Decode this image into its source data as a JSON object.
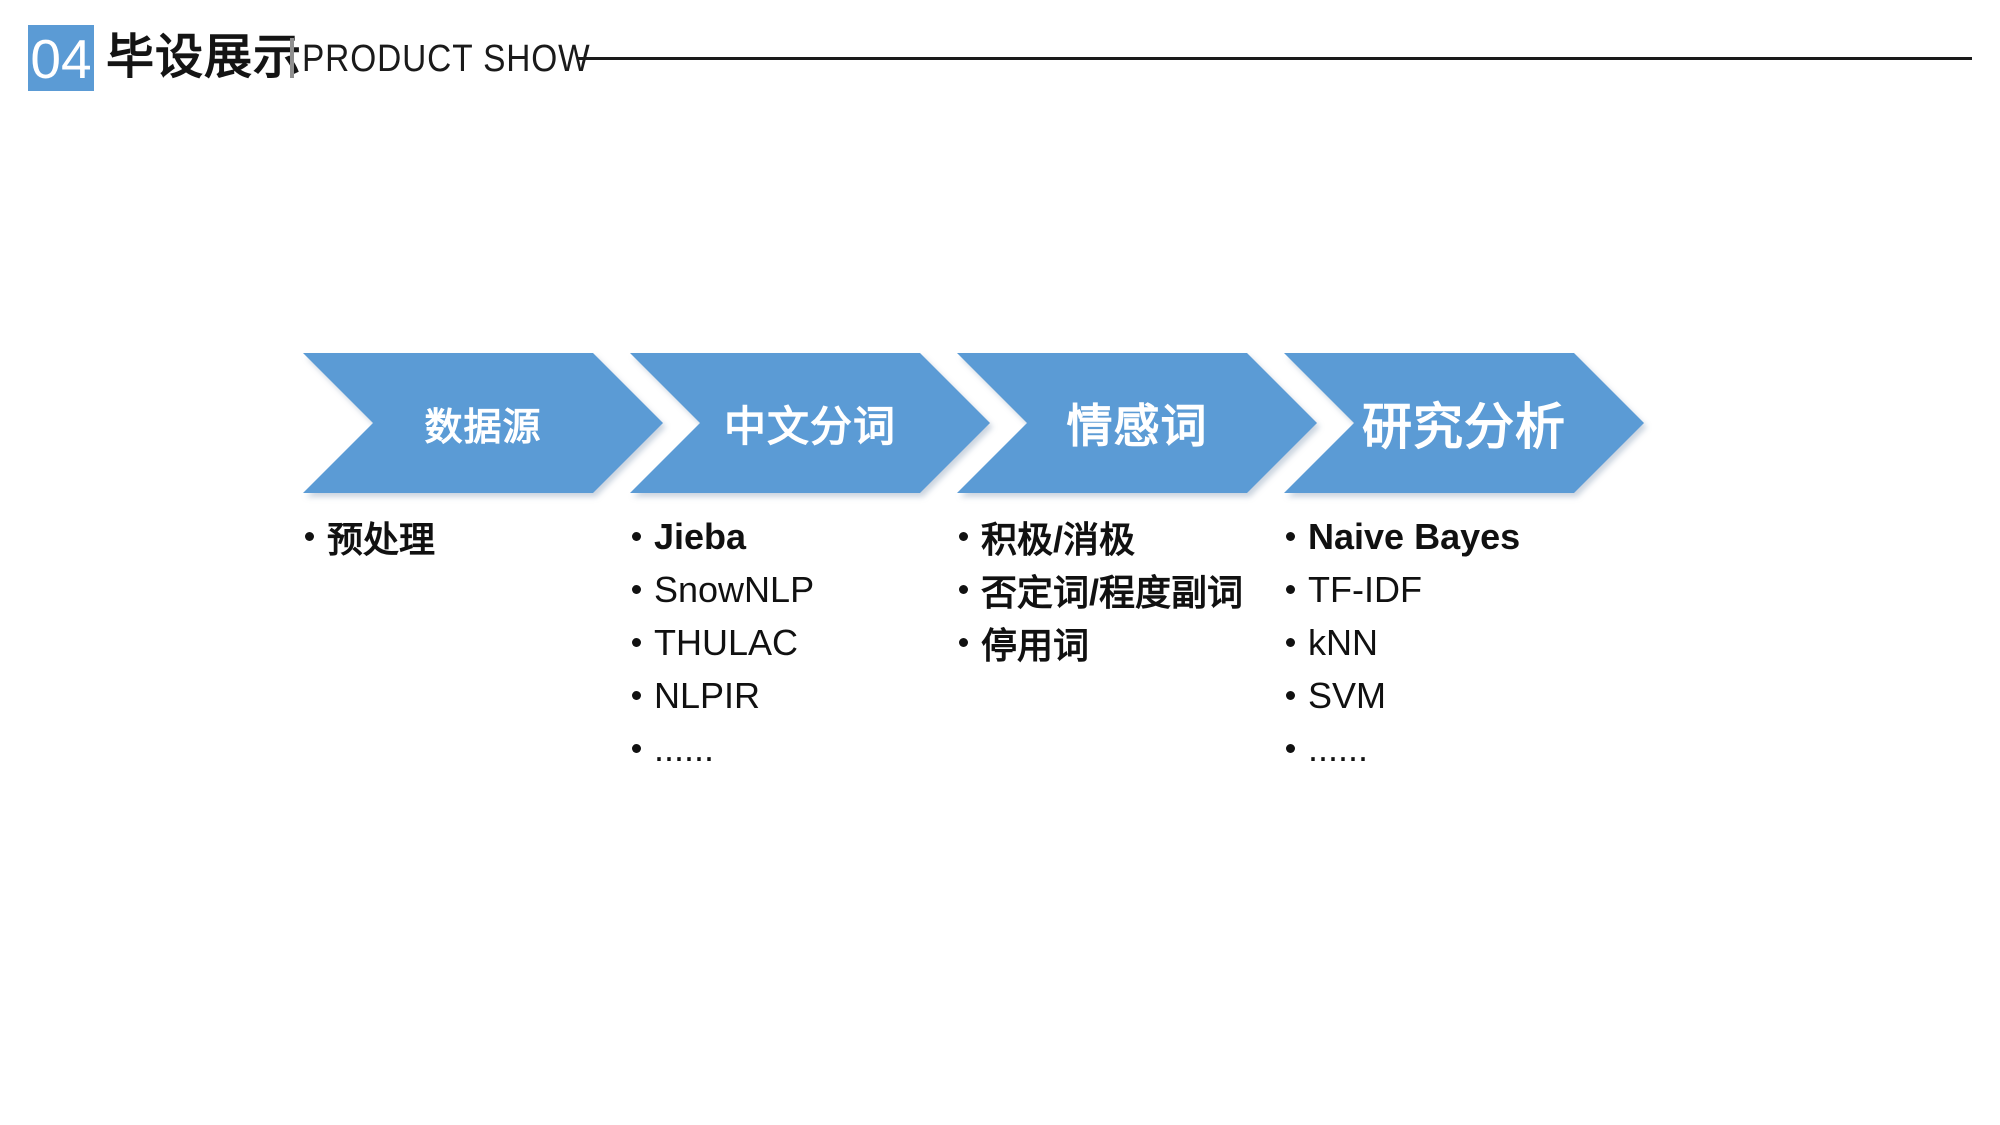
{
  "slide": {
    "section_number": "04",
    "title_cn": "毕设展示",
    "title_en": "PRODUCT SHOW"
  },
  "colors": {
    "accent_blue": "#5B9BD5",
    "arrow_label_text": "#FFFFFF",
    "body_text": "#111111",
    "divider_gray": "#8F8F8F",
    "rule_black": "#1A1A1A"
  },
  "process": {
    "steps": [
      {
        "label": "数据源",
        "items": [
          {
            "text": "预处理",
            "bold": true
          }
        ]
      },
      {
        "label": "中文分词",
        "items": [
          {
            "text": "Jieba",
            "bold": true
          },
          {
            "text": "SnowNLP",
            "bold": false
          },
          {
            "text": "THULAC",
            "bold": false
          },
          {
            "text": "NLPIR",
            "bold": false
          },
          {
            "text": "......",
            "bold": false
          }
        ]
      },
      {
        "label": "情感词",
        "items": [
          {
            "text": "积极/消极",
            "bold": true
          },
          {
            "text": "否定词/程度副词",
            "bold": true
          },
          {
            "text": "停用词",
            "bold": true
          }
        ]
      },
      {
        "label": "研究分析",
        "items": [
          {
            "text": "Naive Bayes",
            "bold": true
          },
          {
            "text": "TF-IDF",
            "bold": false
          },
          {
            "text": "kNN",
            "bold": false
          },
          {
            "text": "SVM",
            "bold": false
          },
          {
            "text": "......",
            "bold": false
          }
        ]
      }
    ]
  }
}
